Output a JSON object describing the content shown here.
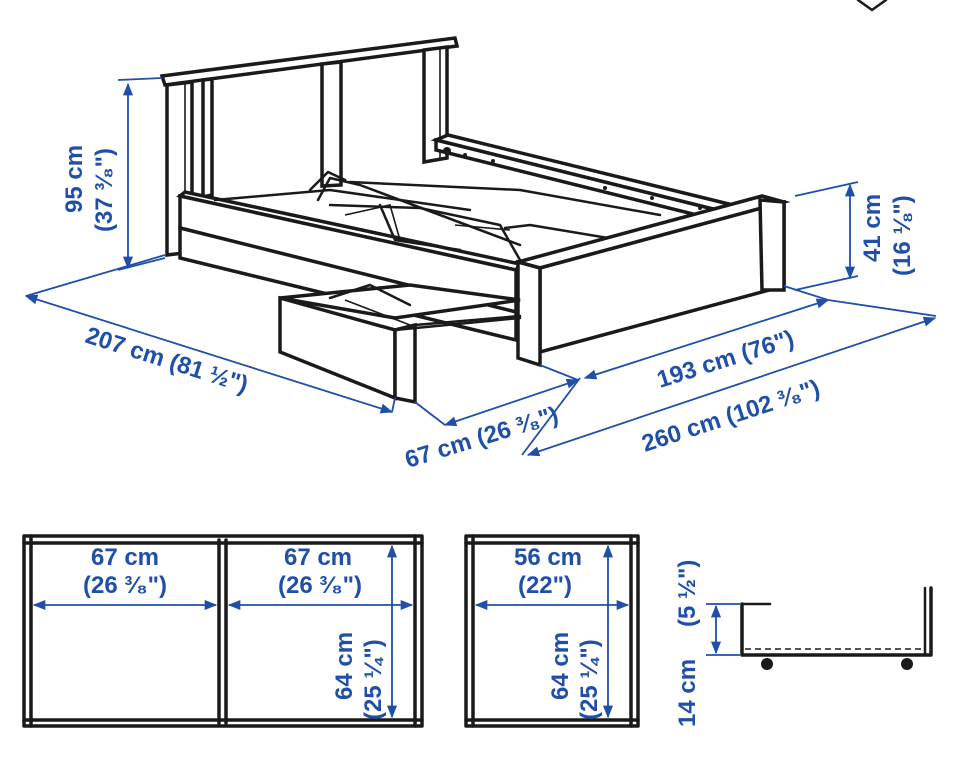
{
  "bed": {
    "height_cm": "95 cm",
    "height_in": "(37 ³⁄₈\")",
    "length_label": "207 cm (81 ½\")",
    "drawer_depth_label": "67 cm (26 ³⁄₈\")",
    "side_rail_label": "193 cm (76\")",
    "total_with_drawer_label": "260 cm (102 ³⁄₈\")",
    "footboard_height_cm": "41 cm",
    "footboard_height_in": "(16 ⅛\")"
  },
  "drawer_plan_double": {
    "left_width_cm": "67 cm",
    "left_width_in": "(26 ³⁄₈\")",
    "right_width_cm": "67 cm",
    "right_width_in": "(26 ³⁄₈\")",
    "depth_cm": "64 cm",
    "depth_in": "(25 ¼\")"
  },
  "drawer_plan_single": {
    "width_cm": "56 cm",
    "width_in": "(22\")",
    "depth_cm": "64 cm",
    "depth_in": "(25 ¼\")"
  },
  "drawer_side": {
    "height_cm": "14 cm",
    "height_in": "(5 ½\")"
  },
  "colors": {
    "line": "#1a1a1a",
    "dimension": "#1f4fa8",
    "background": "#ffffff"
  },
  "icons": [
    "diamond-icon"
  ]
}
